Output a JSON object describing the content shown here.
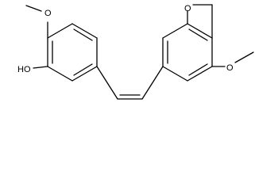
{
  "structure": {
    "atom_labels": {
      "methoxy_oxygen_left": "O",
      "hydroxyl": "HO",
      "oxetane_oxygen": "O",
      "methoxy_oxygen_right": "O"
    }
  }
}
